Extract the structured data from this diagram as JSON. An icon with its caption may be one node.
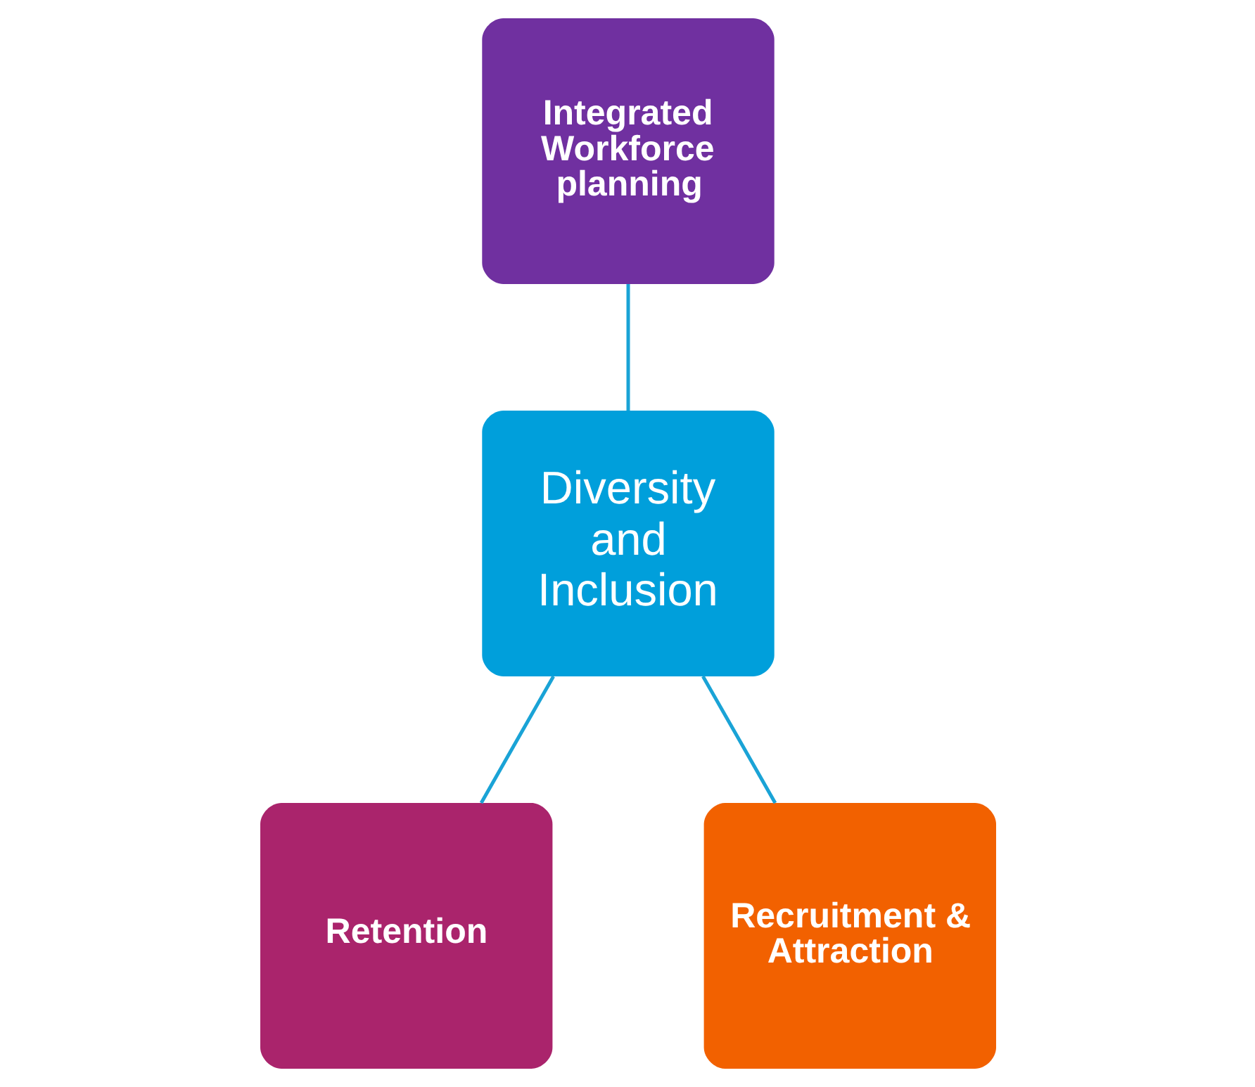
{
  "diagram": {
    "nodes": [
      {
        "text": [
          "Diversity and Inclusion"
        ]
      },
      {
        "text": [
          "Integrated Workforce planning"
        ]
      },
      {
        "text": [
          "Retention"
        ]
      },
      {
        "text": [
          "Recruitment & Attraction"
        ]
      }
    ],
    "edges": [
      {
        "from": 1,
        "to": 0,
        "arrow": "none"
      },
      {
        "from": 0,
        "to": 2,
        "arrow": "none"
      },
      {
        "from": 0,
        "to": 3,
        "arrow": "none"
      }
    ]
  }
}
